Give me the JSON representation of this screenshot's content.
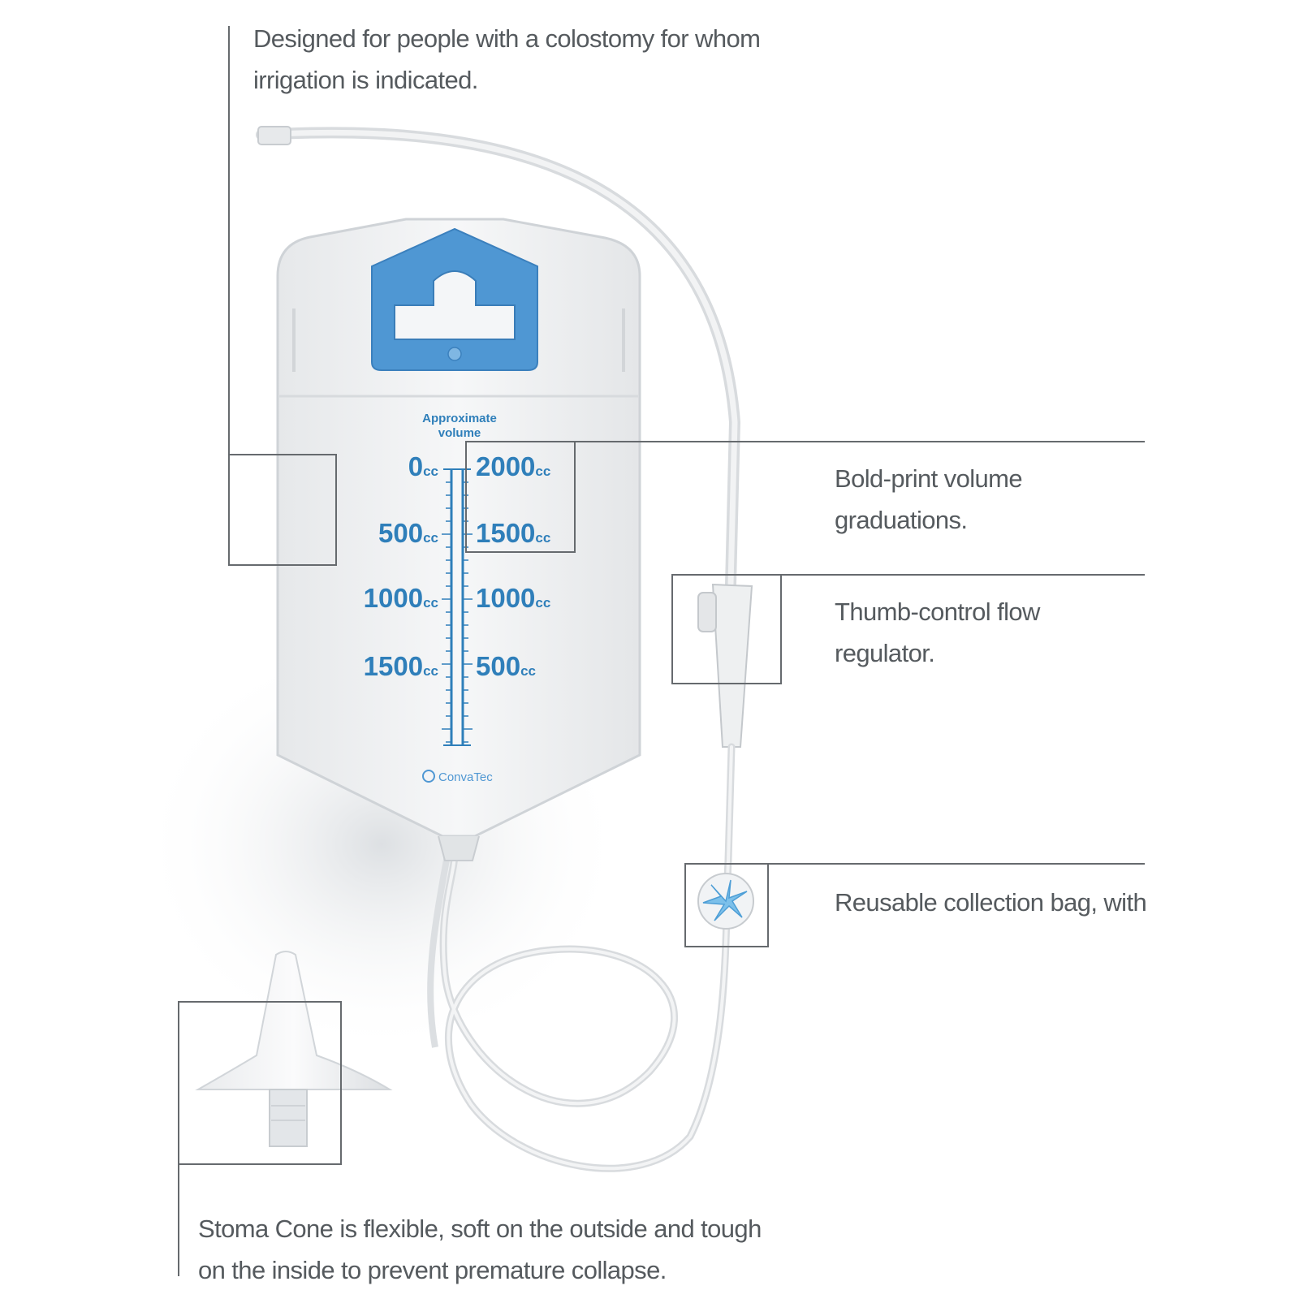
{
  "colors": {
    "callout_line": "#666a6e",
    "caption_text": "#555a5e",
    "hanger_blue": "#4f97d3",
    "scale_blue": "#2f7fba",
    "bag_fill": "#eef0f2",
    "tube": "#e3e5e7"
  },
  "captions": {
    "designed_for": "Designed for people with a colostomy for whom\nirrigation is indicated.",
    "volume_graduations": "Bold-print volume\ngraduations.",
    "thumb_control": "Thumb-control flow\nregulator.",
    "collection_bag": "Reusable collection bag,\nwith an exclusive “paddle\nwheel” flow indicator.",
    "stoma_cone": "Stoma Cone is flexible, soft on the outside and tough\non the inside to prevent premature collapse."
  },
  "bag": {
    "scale_title_line1": "Approximate",
    "scale_title_line2": "volume",
    "left_scale": [
      {
        "value": "0",
        "unit": "cc"
      },
      {
        "value": "500",
        "unit": "cc"
      },
      {
        "value": "1000",
        "unit": "cc"
      },
      {
        "value": "1500",
        "unit": "cc"
      }
    ],
    "right_scale": [
      {
        "value": "2000",
        "unit": "cc"
      },
      {
        "value": "1500",
        "unit": "cc"
      },
      {
        "value": "1000",
        "unit": "cc"
      },
      {
        "value": "500",
        "unit": "cc"
      }
    ],
    "brand_logo_text": "ConvaTec"
  },
  "icons": {
    "hanger": "hanger-icon",
    "flow_regulator": "flow-regulator-icon",
    "paddle_wheel": "paddle-wheel-icon",
    "stoma_cone": "stoma-cone-icon"
  }
}
